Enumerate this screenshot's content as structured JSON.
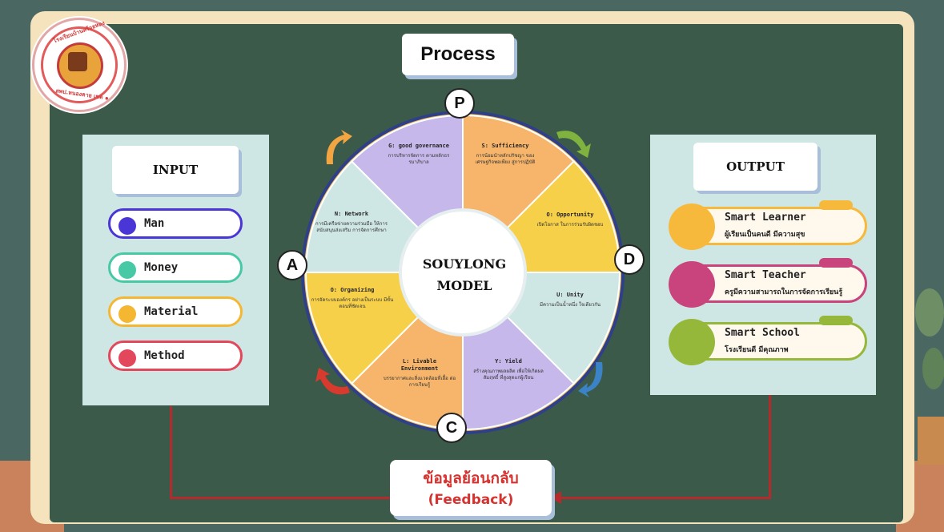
{
  "logo": {
    "arc_top": "โรงเรียนบ้านสร้อยหลง",
    "arc_bottom": "สพป.หนองคาย เขต ๑"
  },
  "process": {
    "title": "Process"
  },
  "input": {
    "title": "INPUT",
    "items": [
      {
        "label": "Man",
        "color": "#4a35d6"
      },
      {
        "label": "Money",
        "color": "#47c9a6"
      },
      {
        "label": "Material",
        "color": "#f5b731"
      },
      {
        "label": "Method",
        "color": "#e3475b"
      }
    ]
  },
  "output": {
    "title": "OUTPUT",
    "items": [
      {
        "title": "Smart Learner",
        "subtitle": "ผู้เรียนเป็นคนดี มีความสุข",
        "color": "#f7b93c"
      },
      {
        "title": "Smart Teacher",
        "subtitle": "ครูมีความสามารถในการจัดการเรียนรู้",
        "color": "#c9437c"
      },
      {
        "title": "Smart School",
        "subtitle": "โรงเรียนดี มีคุณภาพ",
        "color": "#95b83b"
      }
    ]
  },
  "model": {
    "center_line1": "SOUYLONG",
    "center_line2": "MODEL",
    "letters": {
      "top": "P",
      "right": "D",
      "bottom": "C",
      "left": "A"
    },
    "segments": [
      {
        "title": "G: good governance",
        "text": "การบริหารจัดการ ตามหลักธรรมาภิบาล",
        "color": "#f6b56a"
      },
      {
        "title": "S: Sufficiency",
        "text": "การน้อมนำหลักปรัชญา ของเศรษฐกิจพอเพียง สู่การปฏิบัติ",
        "color": "#f7d04a"
      },
      {
        "title": "O: Opportunity",
        "text": "เปิดโอกาส ในการร่วมรับผิดชอบ",
        "color": "#cfe7e4"
      },
      {
        "title": "U: Unity",
        "text": "มีความเป็นน้ำหนึ่ง ใจเดียวกัน",
        "color": "#c6b8ea"
      },
      {
        "title": "Y: Yield",
        "text": "สร้างคุณภาพผลผลิต เพื่อให้เกิดผลสัมฤทธิ์ ที่สูงสุดแก่ผู้เรียน",
        "color": "#f6b56a"
      },
      {
        "title": "L: Livable Environment",
        "text": "บรรยากาศและสิ่งแวดล้อมที่เอื้อ ต่อการเรียนรู้",
        "color": "#f7d04a"
      },
      {
        "title": "O: Organizing",
        "text": "การจัดระบบองค์กร อย่างเป็นระบบ มีขั้นตอนที่ชัดเจน",
        "color": "#cfe7e4"
      },
      {
        "title": "N: Network",
        "text": "การมีเครือข่ายความร่วมมือ ให้การสนับสนุนส่งเสริม การจัดการศึกษา",
        "color": "#c6b8ea"
      }
    ]
  },
  "feedback": {
    "line1": "ข้อมูลย้อนกลับ",
    "line2": "(Feedback)"
  }
}
